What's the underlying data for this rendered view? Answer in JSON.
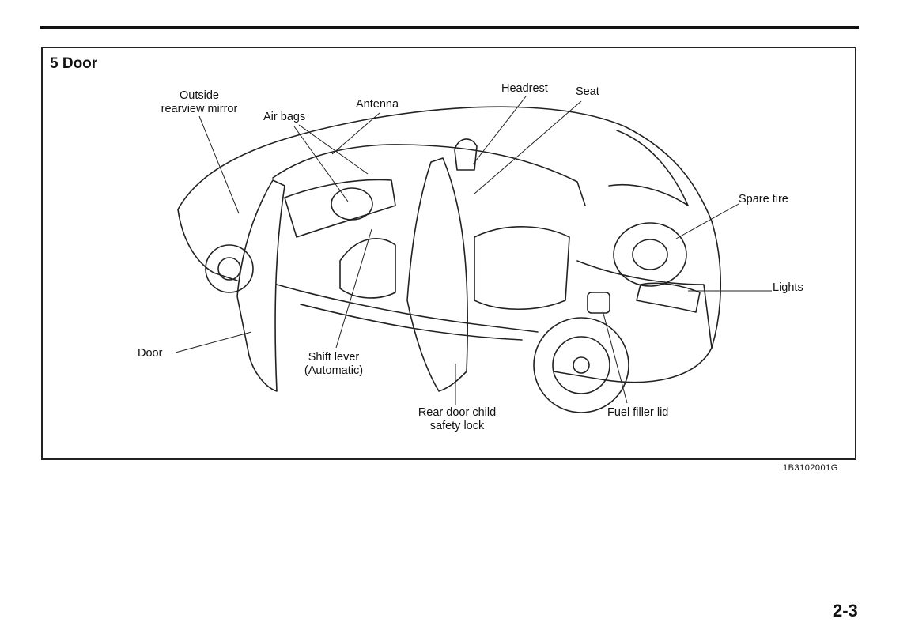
{
  "section_title": "5 Door",
  "labels": {
    "mirror": [
      "Outside",
      "rearview mirror"
    ],
    "airbags": "Air bags",
    "antenna": "Antenna",
    "headrest": "Headrest",
    "seat": "Seat",
    "spare_tire": "Spare tire",
    "lights": "Lights",
    "door": "Door",
    "shift_lever": [
      "Shift lever",
      "(Automatic)"
    ],
    "child_lock": [
      "Rear door child",
      "safety lock"
    ],
    "fuel_lid": "Fuel filler lid"
  },
  "figure_code": "1B3102001G",
  "page_number": "2-3"
}
